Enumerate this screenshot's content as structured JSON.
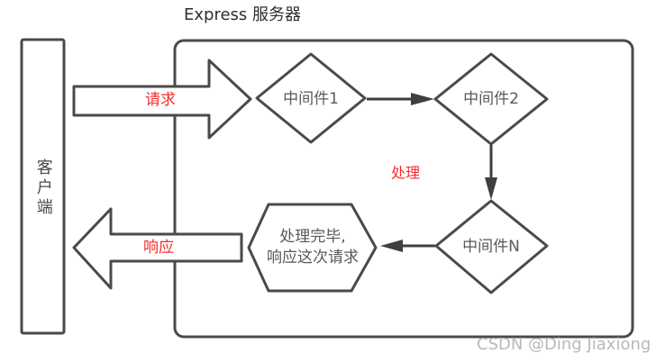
{
  "title": "Express 服务器",
  "client": {
    "label": "客户端"
  },
  "flow": {
    "request_label": "请求",
    "response_label": "响应",
    "process_label": "处理",
    "middleware1_label": "中间件1",
    "middleware2_label": "中间件2",
    "middlewareN_label": "中间件N",
    "finish": {
      "line1": "处理完毕,",
      "line2": "响应这次请求"
    }
  },
  "watermark": "CSDN @Ding Jiaxiong",
  "colors": {
    "outline": "#4a4a4a",
    "connector": "#3f3f3f",
    "shape_fill": "#ffffff",
    "label_text": "#595959",
    "accent_red": "#f92c2c",
    "watermark_gray": "#b9b9b9"
  }
}
